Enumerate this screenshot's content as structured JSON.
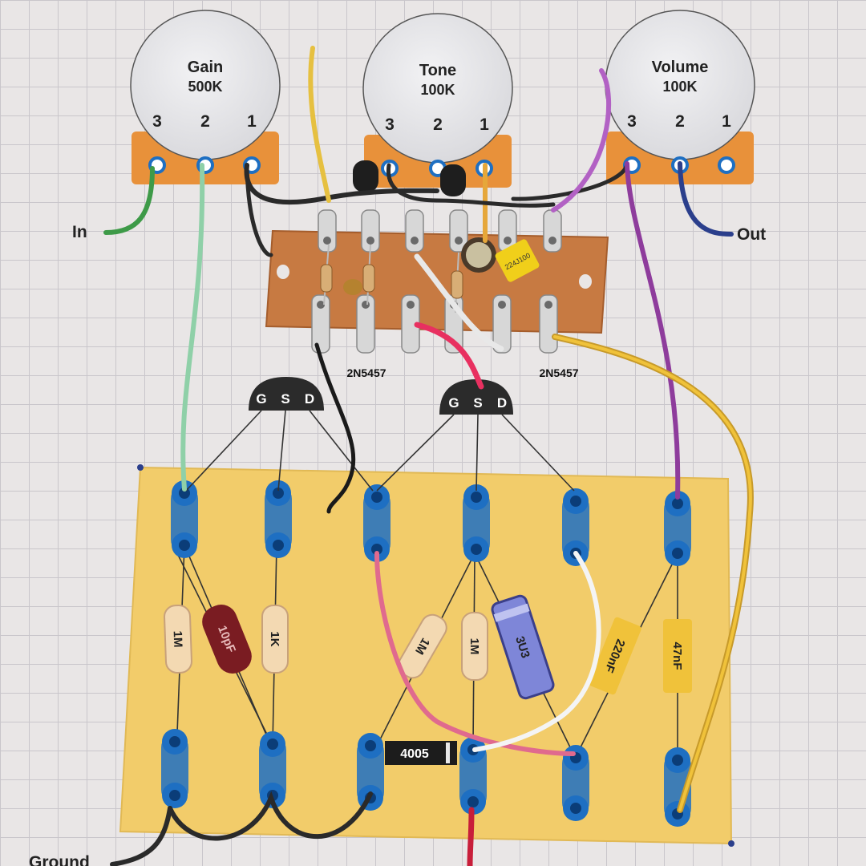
{
  "pots": [
    {
      "name": "Gain",
      "value": "500K",
      "pins": [
        "3",
        "2",
        "1"
      ]
    },
    {
      "name": "Tone",
      "value": "100K",
      "pins": [
        "3",
        "2",
        "1"
      ]
    },
    {
      "name": "Volume",
      "value": "100K",
      "pins": [
        "3",
        "2",
        "1"
      ]
    }
  ],
  "io": {
    "input": "In",
    "output": "Out",
    "ground": "Ground"
  },
  "transistors": [
    {
      "label": "2N5457",
      "pins": [
        "G",
        "S",
        "D"
      ]
    },
    {
      "label": "2N5457",
      "pins": [
        "G",
        "S",
        "D"
      ]
    }
  ],
  "components": {
    "r1": "1M",
    "c1": "10pF",
    "r2": "1K",
    "r3": "1M",
    "r4": "1M",
    "electrolytic": "3U3",
    "c2": "220nF",
    "c3": "47nF",
    "film_cap": "224J100",
    "diode": "4005"
  },
  "colors": {
    "board": "#f2cc6a",
    "pot_tab": "#e8913a",
    "perfboard": "#c77a42",
    "pad": "#1e6fc2",
    "wire_yellow": "#e6c040",
    "wire_purple": "#8e3c9c",
    "wire_green": "#3e9a48",
    "wire_blue": "#2b3f8c",
    "wire_pink": "#e06a8e"
  }
}
